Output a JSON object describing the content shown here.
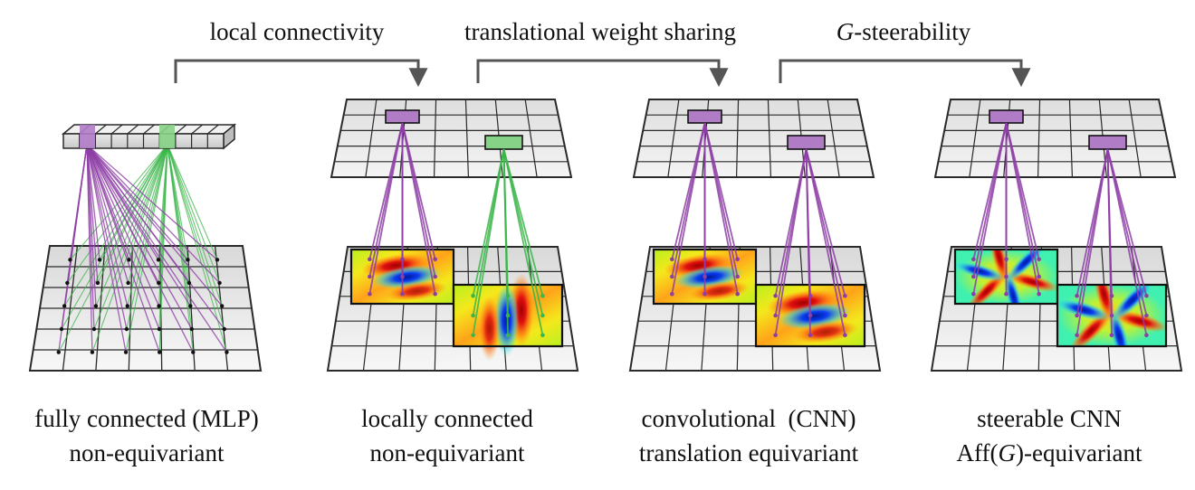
{
  "headers": {
    "local": "local connectivity",
    "sharing": "translational weight sharing",
    "steer_letter": "G",
    "steer_rest": "-steerability"
  },
  "captions": [
    {
      "line1": "fully connected (MLP)",
      "line2": "non-equivariant"
    },
    {
      "line1": "locally connected",
      "line2": "non-equivariant"
    },
    {
      "line1": "convolutional  (CNN)",
      "line2": "translation equivariant"
    },
    {
      "line1": "steerable CNN",
      "line2_pre": "Aff",
      "line2_paren_open": "(",
      "line2_letter": "G",
      "line2_post": ")-equivariant"
    }
  ],
  "colors": {
    "purple": "#8e3fa6",
    "purple_light": "#b98ccc",
    "purple_fill": "#b07cc6",
    "green": "#3cb64a",
    "green_light": "#8ed48f",
    "green_fill": "#86d286",
    "grid_top": "#dcdcdc",
    "grid_bottom": "#f6f6f6",
    "grid_line": "#2a2a2a",
    "arrow": "#555555"
  }
}
